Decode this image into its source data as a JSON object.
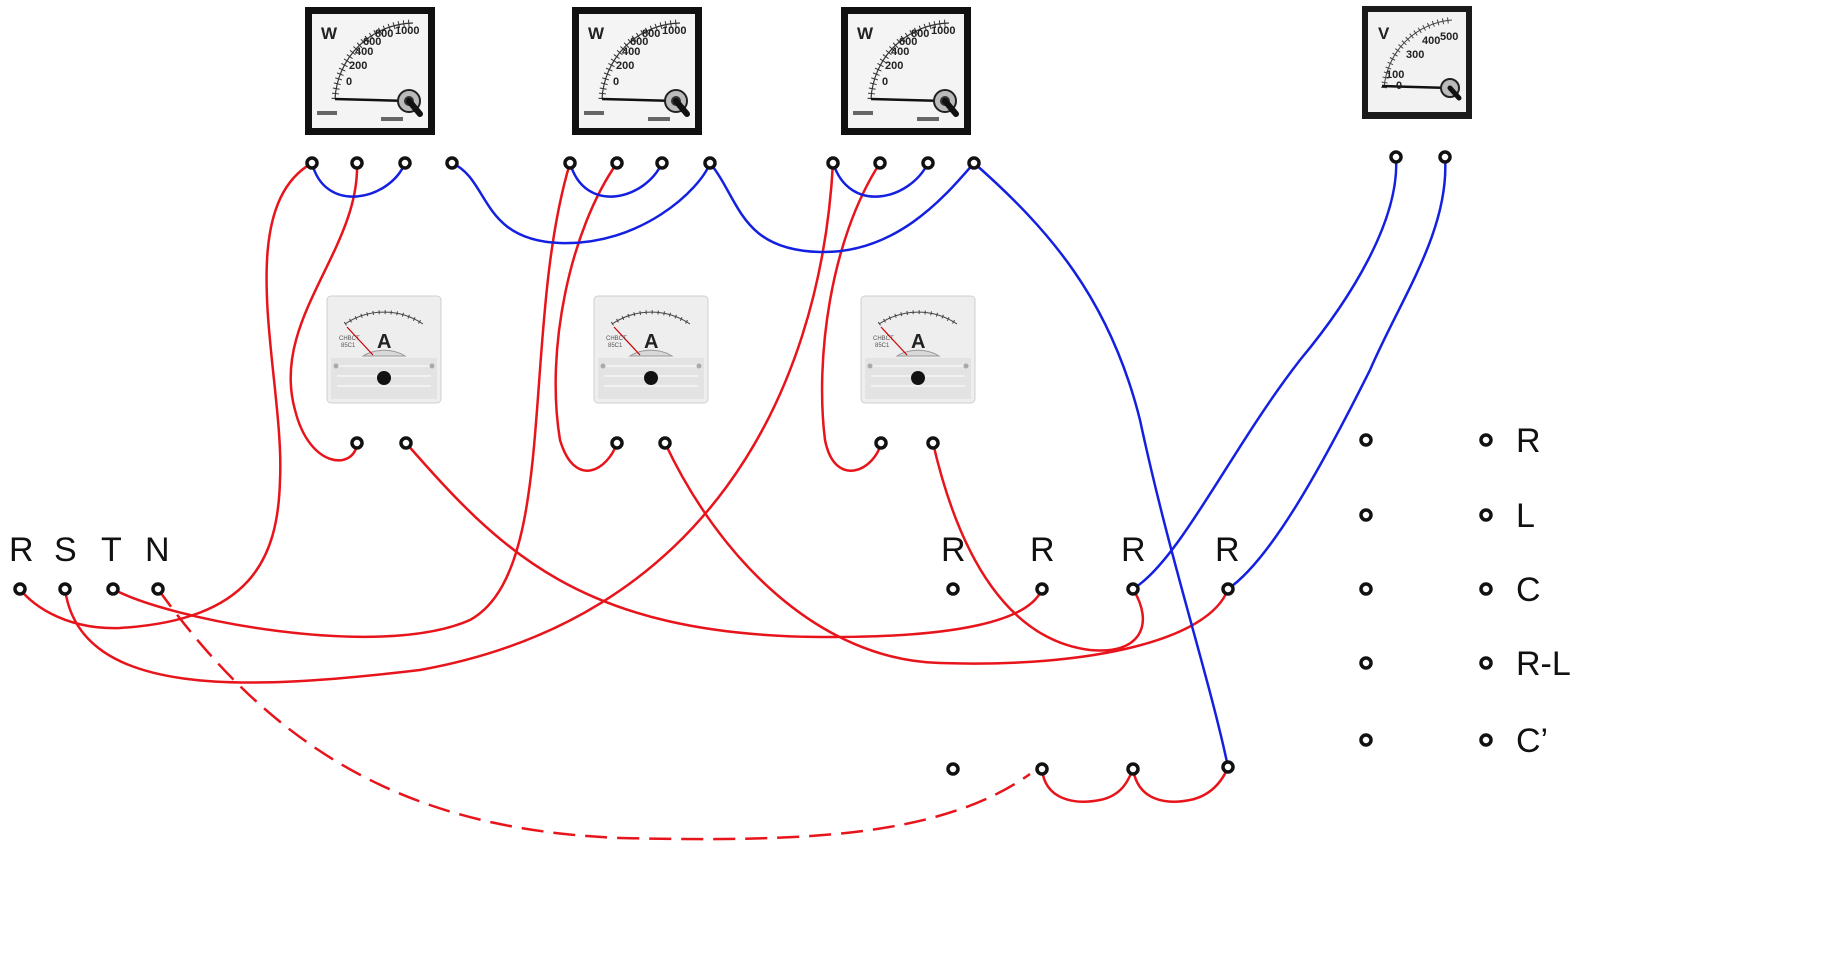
{
  "colors": {
    "red": "#e8141b",
    "blue": "#1420e0",
    "terminal": "#111111",
    "background": "#ffffff"
  },
  "supply_labels": [
    "R",
    "S",
    "T",
    "N"
  ],
  "load_labels": [
    "R",
    "R",
    "R",
    "R"
  ],
  "legend": [
    "R",
    "L",
    "C",
    "R-L",
    "C’"
  ],
  "wattmeters": [
    {
      "unit": "W",
      "ticks": [
        "0",
        "200",
        "400",
        "600",
        "800",
        "1000"
      ]
    },
    {
      "unit": "W",
      "ticks": [
        "0",
        "200",
        "400",
        "600",
        "800",
        "1000"
      ]
    },
    {
      "unit": "W",
      "ticks": [
        "0",
        "200",
        "400",
        "600",
        "800",
        "1000"
      ]
    }
  ],
  "voltmeter": {
    "unit": "V",
    "ticks": [
      "0",
      "100",
      "300",
      "400",
      "500"
    ]
  },
  "ammeters": [
    {
      "unit": "A"
    },
    {
      "unit": "A"
    },
    {
      "unit": "A"
    }
  ]
}
